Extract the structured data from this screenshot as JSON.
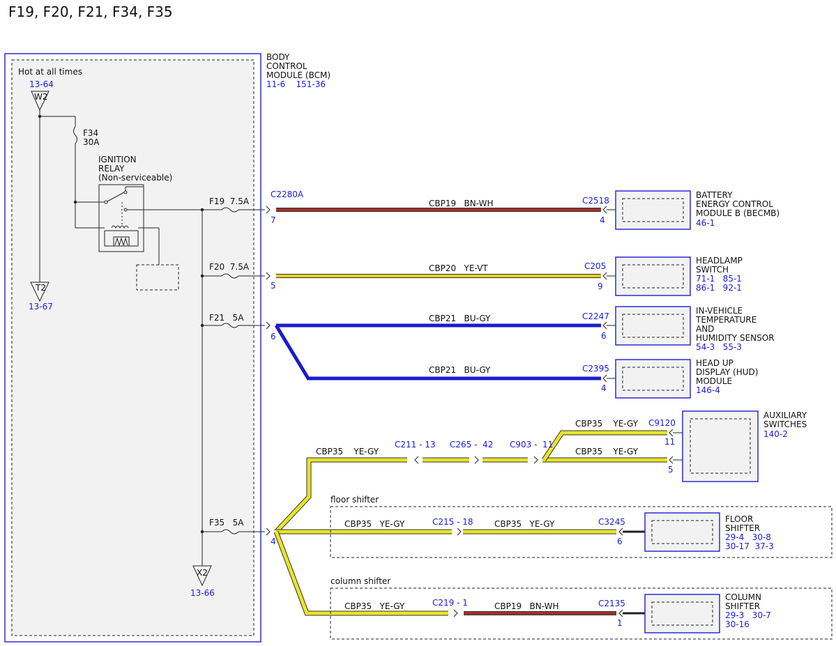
{
  "title": "F19, F20, F21, F34, F35",
  "bcm": {
    "label": [
      "BODY",
      "CONTROL",
      "MODULE (BCM)"
    ],
    "refs": "11-6    151-36",
    "hot_label": "Hot at all times"
  },
  "ground_top": {
    "ref": "13-64",
    "id": "W2"
  },
  "ground_t2": {
    "id": "T2",
    "ref": "13-67"
  },
  "ground_x2": {
    "id": "X2",
    "ref": "13-66"
  },
  "fuse_f34": {
    "name": "F34",
    "rating": "30A"
  },
  "relay": {
    "label": [
      "IGNITION",
      "RELAY",
      "(Non-serviceable)"
    ]
  },
  "fuses": [
    {
      "label": "F19  7.5A"
    },
    {
      "label": "F20  7.5A"
    },
    {
      "label": "F21   5A"
    },
    {
      "label": "F35   5A"
    }
  ],
  "colors": {
    "bn_wh": "#a0302a",
    "ye_vt": "#e6d21e",
    "bu_gy": "#1b1bcc",
    "ye_gy": "#e8e42a",
    "connector_ref": "#1a1ae6"
  },
  "circuits": {
    "f19": {
      "connector": "C2280A",
      "pin": "7",
      "wire": "CBP19   BN-WH",
      "end_connector": "C2518",
      "end_pin": "4"
    },
    "f20": {
      "pin": "5",
      "wire": "CBP20   YE-VT",
      "end_connector": "C205",
      "end_pin": "9"
    },
    "f21": {
      "pin": "6",
      "wire_a": "CBP21   BU-GY",
      "end_connector_a": "C2247",
      "end_pin_a": "6",
      "wire_b": "CBP21   BU-GY",
      "end_connector_b": "C2395",
      "end_pin_b": "4"
    },
    "f35": {
      "pin": "4",
      "aux_wire": "CBP35    YE-GY",
      "aux_inline": [
        "C211 - 13",
        "C265 -  42",
        "C903 -  11"
      ],
      "aux_wire_top": "CBP35    YE-GY",
      "aux_end_top": "C9120",
      "aux_pin_top": "11",
      "aux_wire_bottom": "CBP35    YE-GY",
      "aux_pin_bottom": "5",
      "floor_label": "floor shifter",
      "floor_wire_a": "CBP35   YE-GY",
      "floor_inline": "C215 - 18",
      "floor_wire_b": "CBP35   YE-GY",
      "floor_end": "C3245",
      "floor_pin": "6",
      "column_label": "column shifter",
      "column_wire_a": "CBP35   YE-GY",
      "column_inline": "C219 - 1",
      "column_wire_b": "CBP19   BN-WH",
      "column_end": "C2135",
      "column_pin": "1"
    }
  },
  "modules": {
    "becmb": {
      "label": [
        "BATTERY",
        "ENERGY CONTROL",
        "MODULE B (BECMB)"
      ],
      "refs": [
        "46-1"
      ]
    },
    "headlamp": {
      "label": [
        "HEADLAMP",
        "SWITCH"
      ],
      "refs": [
        "71-1   85-1",
        "86-1   92-1"
      ]
    },
    "invehicle": {
      "label": [
        "IN-VEHICLE",
        "TEMPERATURE",
        "AND",
        "HUMIDITY SENSOR"
      ],
      "refs": [
        "54-3   55-3"
      ]
    },
    "hud": {
      "label": [
        "HEAD UP",
        "DISPLAY (HUD)",
        "MODULE"
      ],
      "refs": [
        "146-4"
      ]
    },
    "aux": {
      "label": [
        "AUXILIARY",
        "SWITCHES"
      ],
      "refs": [
        "140-2"
      ]
    },
    "floor": {
      "label": [
        "FLOOR",
        "SHIFTER"
      ],
      "refs": [
        "29-4   30-8",
        "30-17  37-3"
      ]
    },
    "column": {
      "label": [
        "COLUMN",
        "SHIFTER"
      ],
      "refs": [
        "29-3   30-7",
        "30-16"
      ]
    }
  }
}
